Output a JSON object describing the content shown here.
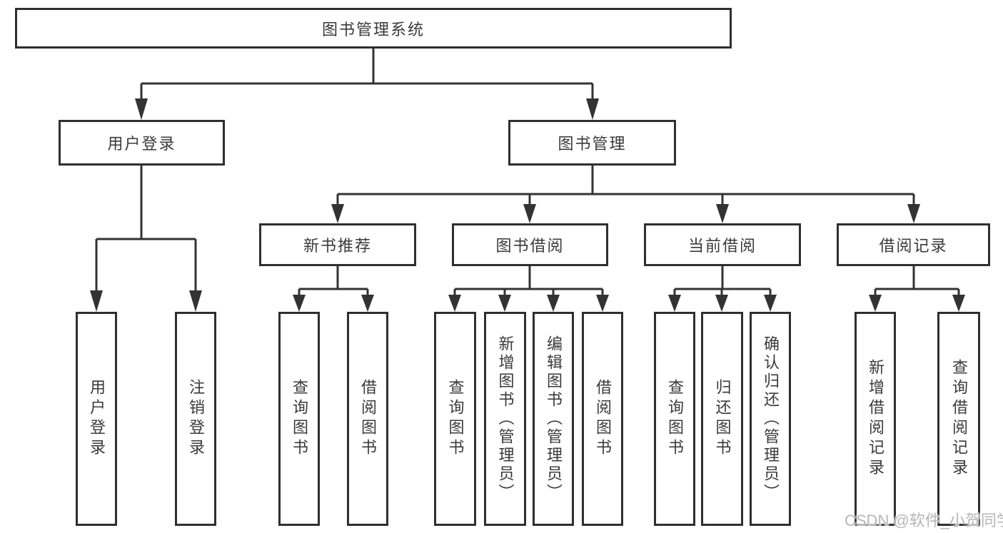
{
  "diagram": {
    "root": {
      "label": "图书管理系统"
    },
    "level2": [
      {
        "label": "用户登录"
      },
      {
        "label": "图书管理"
      }
    ],
    "level3": [
      {
        "label": "新书推荐"
      },
      {
        "label": "图书借阅"
      },
      {
        "label": "当前借阅"
      },
      {
        "label": "借阅记录"
      }
    ],
    "leaves": {
      "user_login": [
        {
          "label": "用户登录"
        },
        {
          "label": "注销登录"
        }
      ],
      "new_books": [
        {
          "label": "查询图书"
        },
        {
          "label": "借阅图书"
        }
      ],
      "book_borrowing": [
        {
          "label": "查询图书"
        },
        {
          "label": "新增图书（管理员）"
        },
        {
          "label": "编辑图书（管理员）"
        },
        {
          "label": "借阅图书"
        }
      ],
      "current_borrowing": [
        {
          "label": "查询图书"
        },
        {
          "label": "归还图书"
        },
        {
          "label": "确认归还（管理员）"
        }
      ],
      "borrowing_records": [
        {
          "label": "新增借阅记录"
        },
        {
          "label": "查询借阅记录"
        }
      ]
    },
    "watermark": "CSDN @软件_小贺同学",
    "colors": {
      "line": "#333333",
      "text": "#3a3a3a",
      "watermark": "#b6b6b6",
      "background": "#ffffff"
    }
  }
}
